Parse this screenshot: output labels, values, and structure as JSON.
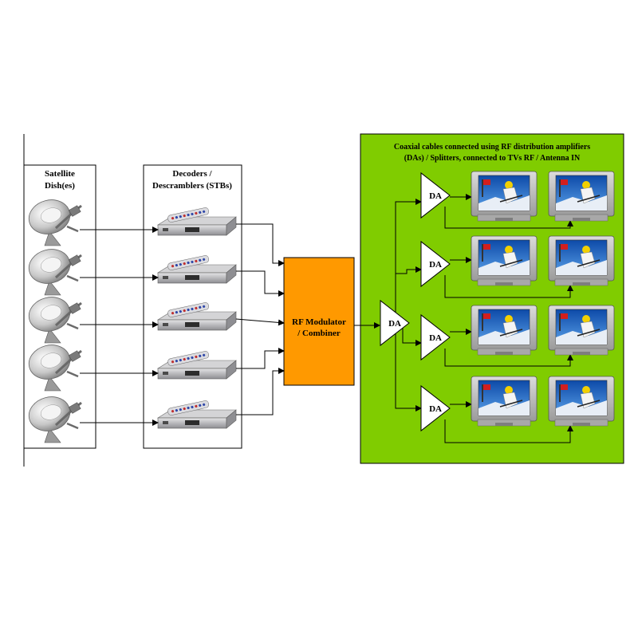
{
  "satellite": {
    "title_line1": "Satellite",
    "title_line2": "Dish(es)"
  },
  "decoders": {
    "title_line1": "Decoders /",
    "title_line2": "Descramblers (STBs)"
  },
  "modulator": {
    "line1": "RF Modulator",
    "line2": "/ Combiner"
  },
  "distribution": {
    "title_line1": "Coaxial cables connected using RF distribution amplifiers",
    "title_line2": "(DAs) / Splitters, connected to TVs RF / Antenna IN"
  },
  "amplifier_label": "DA",
  "colors": {
    "modulator_fill": "#ff9900",
    "distribution_fill": "#80cc00",
    "tv_screen_sky": "#1a66c8",
    "stb_body": "#b8b8bc"
  }
}
